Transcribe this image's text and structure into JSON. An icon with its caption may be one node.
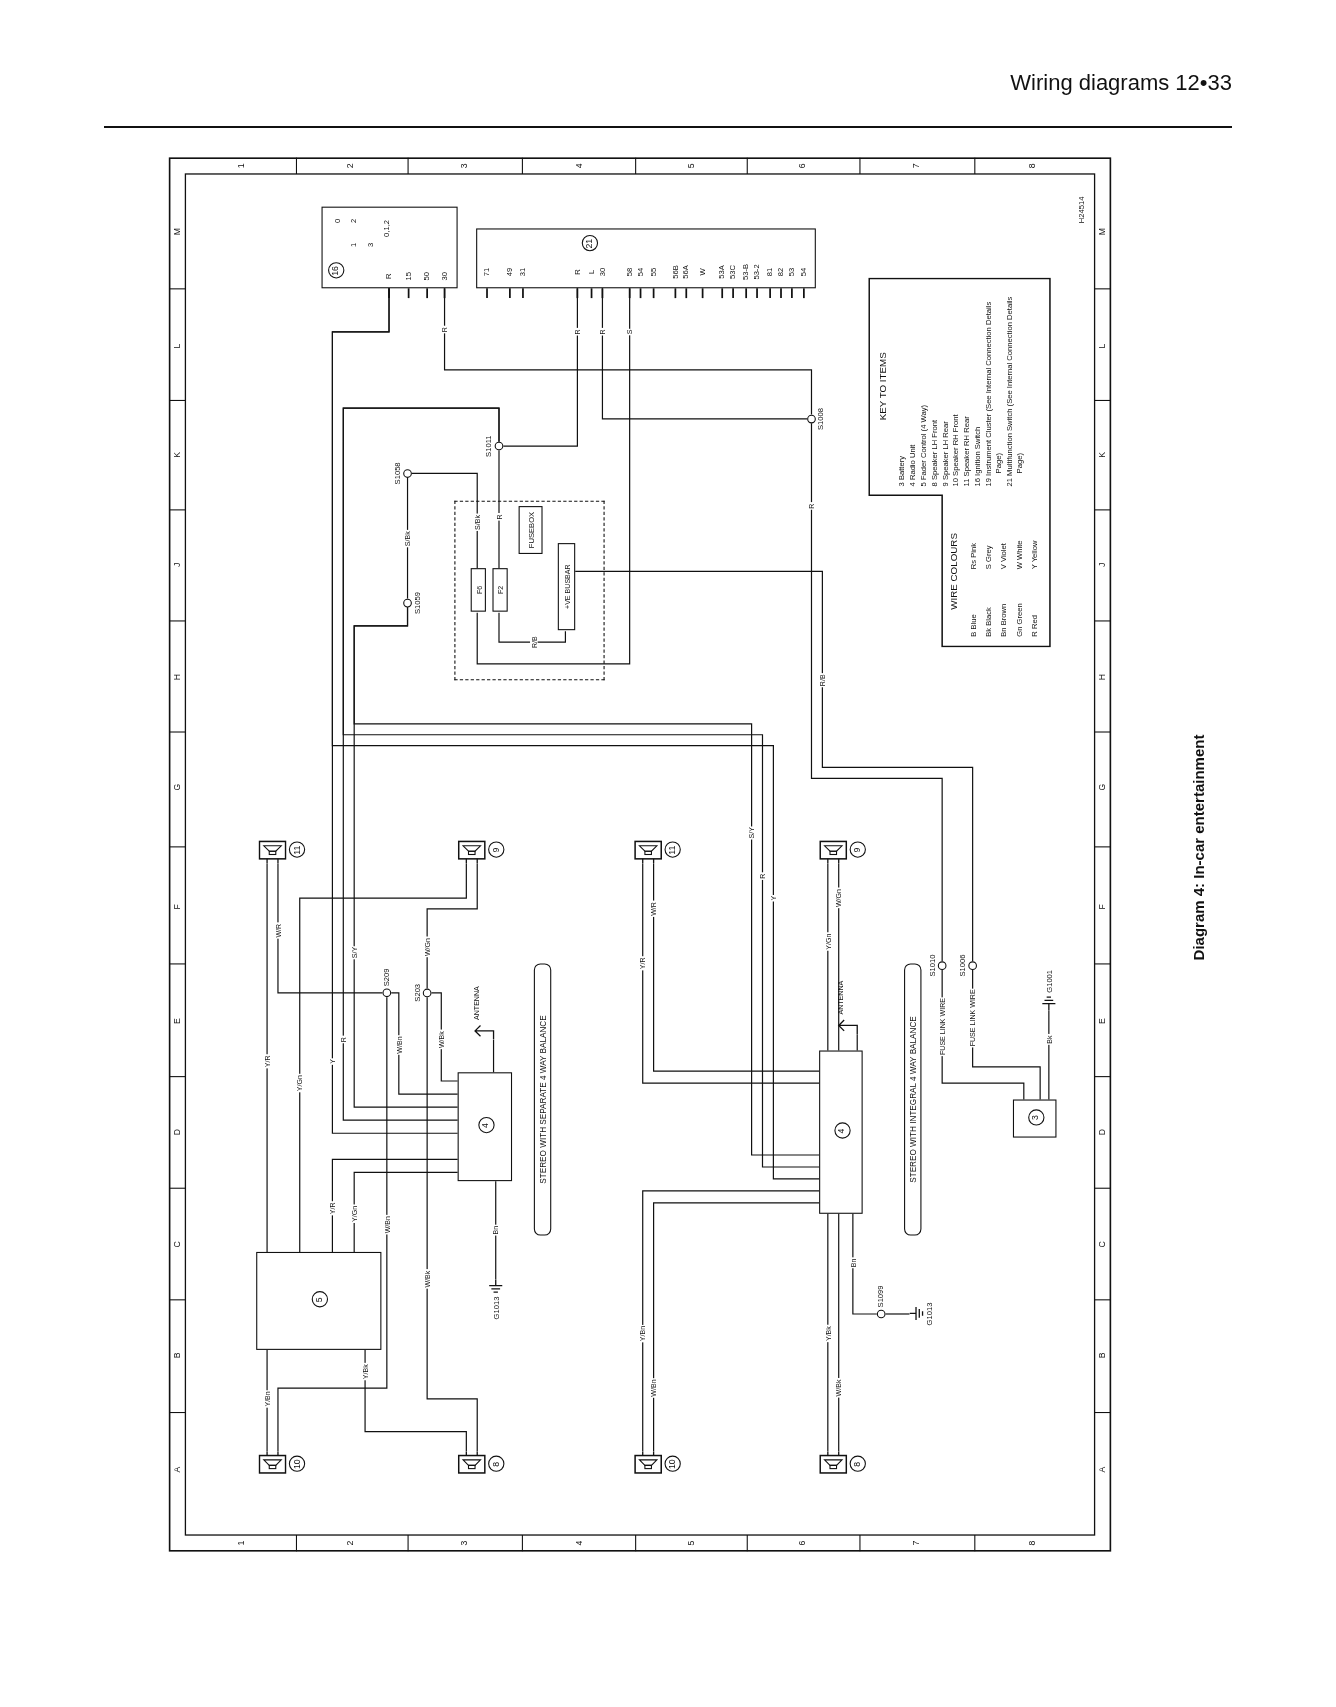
{
  "diagram": {
    "title": "Wiring diagrams 12•33",
    "caption": "Diagram 4: In-car entertainment",
    "nodes": [
      {
        "text": [
          "16"
        ]
      },
      {
        "text": [
          "21"
        ]
      },
      {
        "text": [
          "FUSEBOX"
        ]
      },
      {
        "text": [
          "F6"
        ],
        "in": 2
      },
      {
        "text": [
          "F2"
        ],
        "in": 2
      },
      {
        "text": [
          "+VE BUSBAR"
        ],
        "in": 2
      },
      {
        "text": [
          "S1058"
        ]
      },
      {
        "text": [
          "S1011"
        ]
      },
      {
        "text": [
          "S1059"
        ]
      },
      {
        "text": [
          "S1008"
        ]
      },
      {
        "text": [
          "11"
        ]
      },
      {
        "text": [
          "9"
        ]
      },
      {
        "text": [
          "S209"
        ]
      },
      {
        "text": [
          "S203"
        ]
      },
      {
        "text": [
          "4"
        ]
      },
      {
        "text": [
          "ANTENNA"
        ]
      },
      {
        "text": [
          "5"
        ]
      },
      {
        "text": [
          "G1013"
        ]
      },
      {
        "text": [
          "10"
        ]
      },
      {
        "text": [
          "8"
        ]
      },
      {
        "text": [
          "STEREO WITH SEPARATE 4 WAY BALANCE"
        ]
      },
      {
        "text": [
          "11"
        ]
      },
      {
        "text": [
          "9"
        ]
      },
      {
        "text": [
          "4"
        ]
      },
      {
        "text": [
          "ANTENNA"
        ]
      },
      {
        "text": [
          "S1099"
        ]
      },
      {
        "text": [
          "G1013"
        ]
      },
      {
        "text": [
          "10"
        ]
      },
      {
        "text": [
          "8"
        ]
      },
      {
        "text": [
          "STEREO WITH INTEGRAL 4 WAY BALANCE"
        ]
      },
      {
        "text": [
          "S1010"
        ]
      },
      {
        "text": [
          "S1006"
        ]
      },
      {
        "text": [
          "G1001"
        ]
      },
      {
        "text": [
          "3"
        ]
      },
      {
        "text": [
          "KEY TO ITEMS",
          "3 Battery",
          "4 Radio Unit",
          "5 Fader Control (4 Way)",
          "8 Speaker LH Front",
          "9 Speaker LH Rear",
          "10 Speaker RH Front",
          "11 Speaker RH Rear",
          "16 Ignition Switch",
          "19 Instrument Cluster (See Internal Connection Details Page)",
          "21 Multifunction Switch (See Internal Connection Details Page)",
          "WIRE COLOURS",
          "B Blue",
          "Bk Black",
          "Bn Brown",
          "Gn Green",
          "R Red",
          "Rs Pink",
          "S Grey",
          "V Violet",
          "W White",
          "Y Yellow"
        ]
      }
    ],
    "edges": [
      {
        "from": 0,
        "to": 9,
        "arrow": "none",
        "label": "R"
      },
      {
        "from": 1,
        "to": 9,
        "arrow": "none",
        "label": "R"
      },
      {
        "from": 1,
        "to": 3,
        "arrow": "none",
        "label": "S"
      },
      {
        "from": 3,
        "to": 6,
        "arrow": "none",
        "label": "S/Bk"
      },
      {
        "from": 8,
        "to": 6,
        "arrow": "none",
        "label": "S/Bk"
      },
      {
        "from": 5,
        "to": 4,
        "arrow": "none",
        "label": "R/B"
      },
      {
        "from": 4,
        "to": 7,
        "arrow": "none",
        "label": "R"
      },
      {
        "from": 7,
        "to": 1,
        "arrow": "none",
        "label": "R"
      },
      {
        "from": 5,
        "to": 31,
        "arrow": "none",
        "label": "R/B"
      },
      {
        "from": 9,
        "to": 30,
        "arrow": "none",
        "label": "R"
      },
      {
        "from": 30,
        "to": 33,
        "arrow": "none",
        "label": "FUSE LINK WIRE"
      },
      {
        "from": 31,
        "to": 33,
        "arrow": "none",
        "label": "FUSE LINK WIRE"
      },
      {
        "from": 32,
        "to": 33,
        "arrow": "none",
        "label": "Bk"
      },
      {
        "from": 0,
        "to": 14,
        "arrow": "none",
        "label": "Y"
      },
      {
        "from": 7,
        "to": 14,
        "arrow": "none",
        "label": "R"
      },
      {
        "from": 8,
        "to": 14,
        "arrow": "none",
        "label": "S/Y"
      },
      {
        "from": 14,
        "to": 16,
        "arrow": "none",
        "label": "Y/Gn"
      },
      {
        "from": 14,
        "to": 16,
        "arrow": "none",
        "label": "Y/R"
      },
      {
        "from": 14,
        "to": 12,
        "arrow": "none",
        "label": "W/Bn"
      },
      {
        "from": 14,
        "to": 13,
        "arrow": "none",
        "label": "W/Bk"
      },
      {
        "from": 14,
        "to": 17,
        "arrow": "none",
        "label": "Bn"
      },
      {
        "from": 15,
        "to": 14,
        "arrow": "none"
      },
      {
        "from": 16,
        "to": 10,
        "arrow": "none",
        "label": "Y/R"
      },
      {
        "from": 12,
        "to": 10,
        "arrow": "none",
        "label": "W/R"
      },
      {
        "from": 16,
        "to": 11,
        "arrow": "none",
        "label": "Y/Gn"
      },
      {
        "from": 13,
        "to": 11,
        "arrow": "none",
        "label": "W/Gn"
      },
      {
        "from": 16,
        "to": 18,
        "arrow": "none",
        "label": "Y/Bn"
      },
      {
        "from": 12,
        "to": 18,
        "arrow": "none",
        "label": "W/Bn"
      },
      {
        "from": 16,
        "to": 19,
        "arrow": "none",
        "label": "Y/Bk"
      },
      {
        "from": 13,
        "to": 19,
        "arrow": "none",
        "label": "W/Bk"
      },
      {
        "from": 0,
        "to": 23,
        "arrow": "none",
        "label": "Y"
      },
      {
        "from": 7,
        "to": 23,
        "arrow": "none",
        "label": "R"
      },
      {
        "from": 8,
        "to": 23,
        "arrow": "none",
        "label": "S/Y"
      },
      {
        "from": 23,
        "to": 21,
        "arrow": "none",
        "label": "Y/R"
      },
      {
        "from": 23,
        "to": 21,
        "arrow": "none",
        "label": "W/R"
      },
      {
        "from": 23,
        "to": 22,
        "arrow": "none",
        "label": "Y/Gn"
      },
      {
        "from": 23,
        "to": 22,
        "arrow": "none",
        "label": "W/Gn"
      },
      {
        "from": 23,
        "to": 27,
        "arrow": "none",
        "label": "Y/Bn"
      },
      {
        "from": 23,
        "to": 27,
        "arrow": "none",
        "label": "W/Bn"
      },
      {
        "from": 23,
        "to": 28,
        "arrow": "none",
        "label": "Y/Bk"
      },
      {
        "from": 23,
        "to": 28,
        "arrow": "none",
        "label": "W/Bk"
      },
      {
        "from": 23,
        "to": 25,
        "arrow": "none",
        "label": "Bn"
      },
      {
        "from": 25,
        "to": 26,
        "arrow": "none"
      },
      {
        "from": 24,
        "to": 23,
        "arrow": "none"
      }
    ],
    "labels": [
      "H24514",
      "A",
      "B",
      "C",
      "D",
      "E",
      "F",
      "G",
      "H",
      "J",
      "K",
      "L",
      "M",
      "A",
      "B",
      "C",
      "D",
      "E",
      "F",
      "G",
      "H",
      "J",
      "K",
      "L",
      "M",
      "1",
      "2",
      "3",
      "4",
      "5",
      "6",
      "7",
      "8",
      "1",
      "2",
      "3",
      "4",
      "5",
      "6",
      "7",
      "8",
      "0",
      "1",
      "2",
      "3",
      "0,1,2",
      "R",
      "15",
      "50",
      "30",
      "71",
      "49",
      "31",
      "R",
      "L",
      "30",
      "58",
      "54",
      "55",
      "56B",
      "56A",
      "W",
      "53A",
      "53C",
      "53-B",
      "53-2",
      "81",
      "82",
      "53",
      "54"
    ]
  }
}
